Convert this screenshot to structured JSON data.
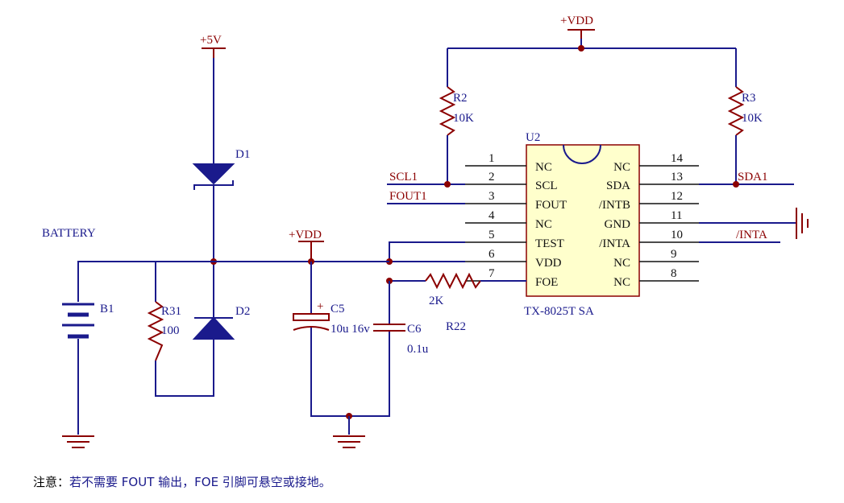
{
  "colors": {
    "wire": "#1a1a8c",
    "part": "#8b0000",
    "label_blue": "#1a1a8c",
    "label_red": "#8b0000",
    "ic_fill": "#ffffcc",
    "pin": "#111111"
  },
  "power": {
    "vdd": "+VDD",
    "v5": "+5V"
  },
  "components": {
    "r2": {
      "ref": "R2",
      "value": "10K"
    },
    "r3": {
      "ref": "R3",
      "value": "10K"
    },
    "d1": {
      "ref": "D1"
    },
    "d2": {
      "ref": "D2"
    },
    "b1": {
      "ref": "B1",
      "label": "BATTERY"
    },
    "r31": {
      "ref": "R31",
      "value": "100"
    },
    "c5": {
      "ref": "C5",
      "value": "10u 16v"
    },
    "c6": {
      "ref": "C6",
      "value": "0.1u"
    },
    "r22": {
      "ref": "R22",
      "value": "2K"
    },
    "u2": {
      "ref": "U2",
      "part": "TX-8025T SA"
    }
  },
  "nets": {
    "scl": "SCL1",
    "fout": "FOUT1",
    "sda": "SDA1",
    "inta": "/INTA"
  },
  "ic_pins": {
    "left": [
      {
        "num": "1",
        "name": "NC"
      },
      {
        "num": "2",
        "name": "SCL"
      },
      {
        "num": "3",
        "name": "FOUT"
      },
      {
        "num": "4",
        "name": "NC"
      },
      {
        "num": "5",
        "name": "TEST"
      },
      {
        "num": "6",
        "name": "VDD"
      },
      {
        "num": "7",
        "name": "FOE"
      }
    ],
    "right": [
      {
        "num": "14",
        "name": "NC"
      },
      {
        "num": "13",
        "name": "SDA"
      },
      {
        "num": "12",
        "name": "/INTB"
      },
      {
        "num": "11",
        "name": "GND"
      },
      {
        "num": "10",
        "name": "/INTA"
      },
      {
        "num": "9",
        "name": "NC"
      },
      {
        "num": "8",
        "name": "NC"
      }
    ]
  },
  "note": {
    "prefix": "注意：",
    "text": "若不需要 FOUT 输出，FOE 引脚可悬空或接地。"
  }
}
